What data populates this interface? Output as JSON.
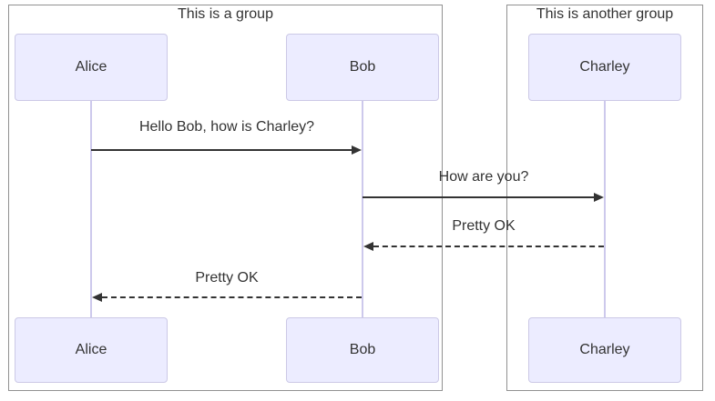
{
  "diagram": {
    "type": "sequence-diagram",
    "groups": [
      {
        "label": "This is a group"
      },
      {
        "label": "This is another group"
      }
    ],
    "actors": [
      {
        "name": "Alice"
      },
      {
        "name": "Bob"
      },
      {
        "name": "Charley"
      }
    ],
    "messages": [
      {
        "text": "Hello Bob, how is Charley?",
        "from": "Alice",
        "to": "Bob",
        "line": "solid",
        "direction": "right"
      },
      {
        "text": "How are you?",
        "from": "Bob",
        "to": "Charley",
        "line": "solid",
        "direction": "right"
      },
      {
        "text": "Pretty OK",
        "from": "Charley",
        "to": "Bob",
        "line": "dashed",
        "direction": "left"
      },
      {
        "text": "Pretty OK",
        "from": "Bob",
        "to": "Alice",
        "line": "dashed",
        "direction": "left"
      }
    ],
    "colors": {
      "actor_fill": "#ECECFF",
      "actor_border": "#CCC9E6",
      "group_border": "#919191",
      "lifeline": "#CDC9EC",
      "text": "#333333",
      "arrow": "#333333",
      "background": "#FFFFFF"
    }
  }
}
